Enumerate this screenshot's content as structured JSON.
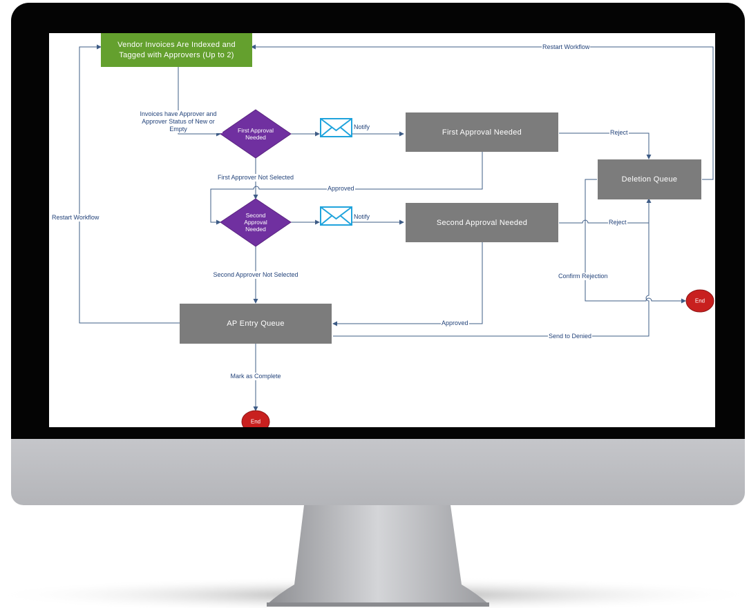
{
  "nodes": {
    "start": "Vendor Invoices Are Indexed and Tagged with Approvers (Up to 2)",
    "first_decision": "First Approval Needed",
    "second_decision": "Second Approval Needed",
    "first_approval": "First Approval Needed",
    "second_approval": "Second Approval Needed",
    "deletion_queue": "Deletion Queue",
    "ap_entry_queue": "AP Entry Queue",
    "end_right": "End",
    "end_bottom": "End"
  },
  "labels": {
    "restart_top": "Restart Workflow",
    "restart_left": "Restart Workflow",
    "invoices_have_approver": "Invoices have Approver and Approver Status of New or Empty",
    "notify_1": "Notify",
    "notify_2": "Notify",
    "reject_1": "Reject",
    "reject_2": "Reject",
    "first_not_selected": "First Approver Not Selected",
    "approved_1": "Approved",
    "approved_2": "Approved",
    "second_not_selected": "Second  Approver Not Selected",
    "confirm_rejection": "Confirm Rejection",
    "send_to_denied": "Send to Denied",
    "mark_complete": "Mark as Complete"
  },
  "colors": {
    "connector": "#3e5c86",
    "process_box": "#7c7c7c",
    "start_box": "#64a02e",
    "decision": "#7030a0",
    "end_node": "#c8201f",
    "mail_icon": "#1fa3dc"
  }
}
